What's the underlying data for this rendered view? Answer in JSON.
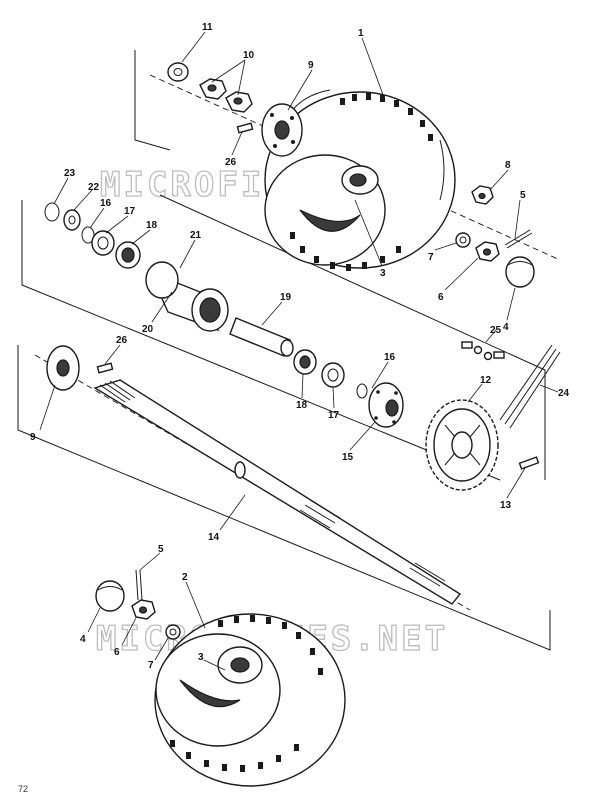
{
  "watermark": {
    "upper": "MICROFICHES.NET",
    "lower": "MICROFICHES.NET",
    "color": "#bdbdbd"
  },
  "page_number": "72",
  "callouts": [
    {
      "id": "c1",
      "label": "1"
    },
    {
      "id": "c2",
      "label": "2"
    },
    {
      "id": "c3a",
      "label": "3"
    },
    {
      "id": "c3b",
      "label": "3"
    },
    {
      "id": "c4a",
      "label": "4"
    },
    {
      "id": "c4b",
      "label": "4"
    },
    {
      "id": "c5a",
      "label": "5"
    },
    {
      "id": "c5b",
      "label": "5"
    },
    {
      "id": "c6a",
      "label": "6"
    },
    {
      "id": "c6b",
      "label": "6"
    },
    {
      "id": "c7a",
      "label": "7"
    },
    {
      "id": "c7b",
      "label": "7"
    },
    {
      "id": "c8",
      "label": "8"
    },
    {
      "id": "c9a",
      "label": "9"
    },
    {
      "id": "c9b",
      "label": "9"
    },
    {
      "id": "c10",
      "label": "10"
    },
    {
      "id": "c11",
      "label": "11"
    },
    {
      "id": "c12",
      "label": "12"
    },
    {
      "id": "c13",
      "label": "13"
    },
    {
      "id": "c14",
      "label": "14"
    },
    {
      "id": "c15",
      "label": "15"
    },
    {
      "id": "c16a",
      "label": "16"
    },
    {
      "id": "c16b",
      "label": "16"
    },
    {
      "id": "c17a",
      "label": "17"
    },
    {
      "id": "c17b",
      "label": "17"
    },
    {
      "id": "c18a",
      "label": "18"
    },
    {
      "id": "c18b",
      "label": "18"
    },
    {
      "id": "c19",
      "label": "19"
    },
    {
      "id": "c20",
      "label": "20"
    },
    {
      "id": "c21",
      "label": "21"
    },
    {
      "id": "c22",
      "label": "22"
    },
    {
      "id": "c23",
      "label": "23"
    },
    {
      "id": "c24",
      "label": "24"
    },
    {
      "id": "c25",
      "label": "25"
    },
    {
      "id": "c26a",
      "label": "26"
    },
    {
      "id": "c26b",
      "label": "26"
    }
  ]
}
